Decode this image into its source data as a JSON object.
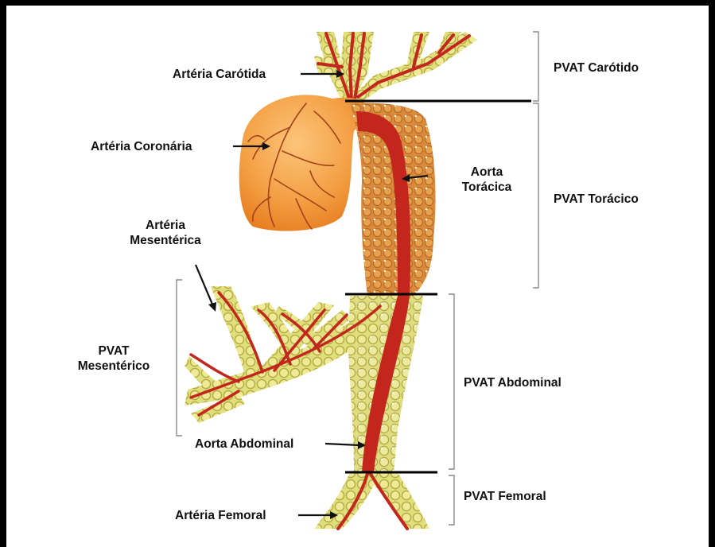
{
  "labels": {
    "arteria_carotida": "Artéria Carótida",
    "arteria_coronaria": "Artéria Coronária",
    "arteria_mesenterica_1": "Artéria",
    "arteria_mesenterica_2": "Mesentérica",
    "aorta_toracica_1": "Aorta",
    "aorta_toracica_2": "Torácica",
    "aorta_abdominal": "Aorta Abdominal",
    "arteria_femoral": "Artéria Femoral",
    "pvat_carotido": "PVAT Carótido",
    "pvat_toracico": "PVAT Torácico",
    "pvat_mesenterico_1": "PVAT",
    "pvat_mesenterico_2": "Mesentérico",
    "pvat_abdominal": "PVAT Abdominal",
    "pvat_femoral": "PVAT Femoral"
  },
  "colors": {
    "fat_fill": "#e6e07a",
    "fat_edge": "#b8ad3f",
    "fat_dense": "#dc8f3c",
    "artery": "#c2261c",
    "heart_light": "#fbbb6a",
    "heart_dark": "#ee8524",
    "heart_vessel": "#a3431b"
  }
}
